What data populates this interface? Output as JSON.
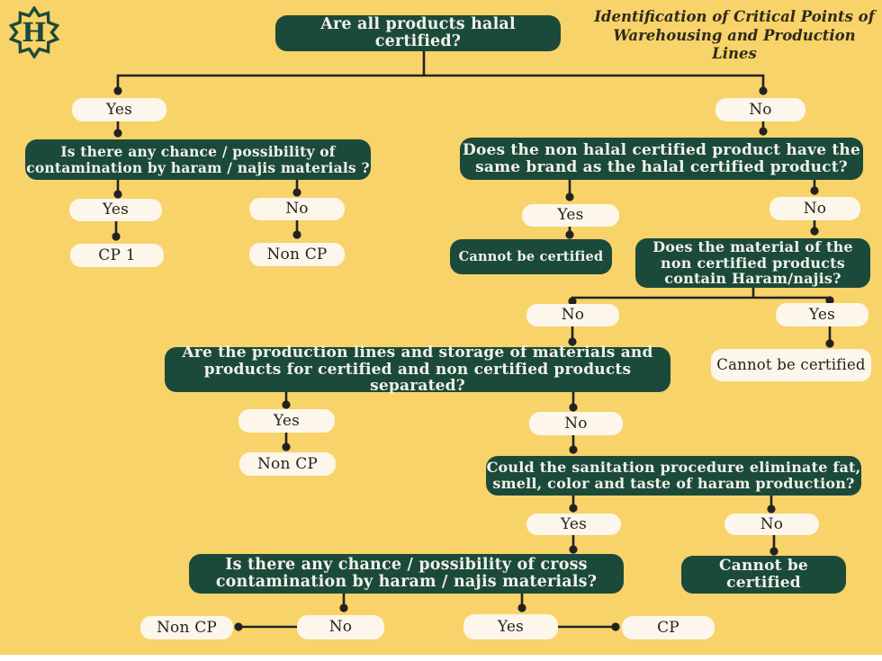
{
  "title": {
    "line1": "Identification of Critical Points of",
    "line2": "Warehousing and Production Lines"
  },
  "logo": {
    "letter": "H"
  },
  "colors": {
    "background": "#F8D369",
    "green": "#1B4A3B",
    "cream": "#FCF6EB",
    "line": "#222222",
    "text_light": "#F2F1E8",
    "text_dark": "#25231C",
    "title_ink": "#2E2B1D",
    "footer": "#FFFFFF"
  },
  "nodes": {
    "q1": {
      "label": "Are all products halal certified?"
    },
    "ans_q1_yes": {
      "label": "Yes"
    },
    "ans_q1_no": {
      "label": "No"
    },
    "q2a": {
      "label": "Is there any chance / possibility of contamination by haram / najis materials ?"
    },
    "ans_q2a_yes": {
      "label": "Yes"
    },
    "ans_q2a_no": {
      "label": "No"
    },
    "out_cp1": {
      "label": "CP 1"
    },
    "out_noncp_a": {
      "label": "Non CP"
    },
    "q2b": {
      "label": "Does the non halal certified product have the same brand as the halal certified product?"
    },
    "ans_q2b_yes": {
      "label": "Yes"
    },
    "out_cannot_1": {
      "label": "Cannot be certified"
    },
    "ans_q2b_no": {
      "label": "No"
    },
    "q3": {
      "label": "Does the material of the non certified products contain Haram/najis?"
    },
    "ans_q3_no": {
      "label": "No"
    },
    "ans_q3_yes": {
      "label": "Yes"
    },
    "out_cannot_2": {
      "label": "Cannot be certified"
    },
    "q4": {
      "label": "Are the production lines and storage of materials and products for certified and non certified products separated?"
    },
    "ans_q4_yes": {
      "label": "Yes"
    },
    "out_noncp_b": {
      "label": "Non CP"
    },
    "ans_q4_no": {
      "label": "No"
    },
    "q5": {
      "label": "Could the sanitation procedure eliminate fat, smell, color and taste of haram production?"
    },
    "ans_q5_yes": {
      "label": "Yes"
    },
    "ans_q5_no": {
      "label": "No"
    },
    "q6": {
      "label": "Is there any chance / possibility of cross contamination by haram / najis materials?"
    },
    "out_cannot_3": {
      "label": "Cannot be certified"
    },
    "out_noncp_c": {
      "label": "Non CP"
    },
    "ans_q6_no": {
      "label": "No"
    },
    "ans_q6_yes": {
      "label": "Yes"
    },
    "out_cp2": {
      "label": "CP"
    }
  }
}
